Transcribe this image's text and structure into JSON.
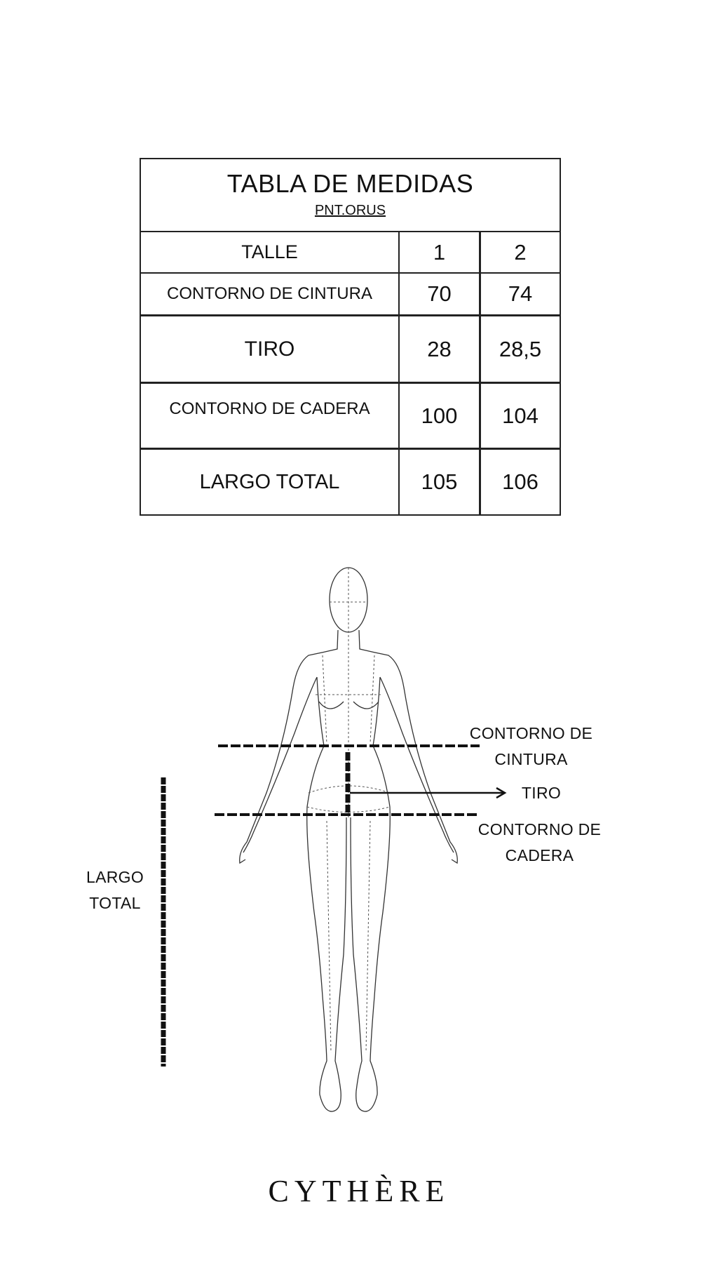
{
  "table": {
    "title": "TABLA DE MEDIDAS",
    "subtitle": "PNT.ORUS",
    "header": {
      "label": "TALLE",
      "sizes": [
        "1",
        "2"
      ]
    },
    "rows": [
      {
        "label": "CONTORNO DE CINTURA",
        "values": [
          "70",
          "74"
        ]
      },
      {
        "label": "TIRO",
        "values": [
          "28",
          "28,5"
        ]
      },
      {
        "label": "CONTORNO DE CADERA",
        "values": [
          "100",
          "104"
        ]
      },
      {
        "label": "LARGO TOTAL",
        "values": [
          "105",
          "106"
        ]
      }
    ]
  },
  "diagram": {
    "waist_label_1": "CONTORNO DE",
    "waist_label_2": "CINTURA",
    "rise_label": "TIRO",
    "hip_label_1": "CONTORNO DE",
    "hip_label_2": "CADERA",
    "length_label_1": "LARGO",
    "length_label_2": "TOTAL"
  },
  "brand": "CYTHÈRE"
}
